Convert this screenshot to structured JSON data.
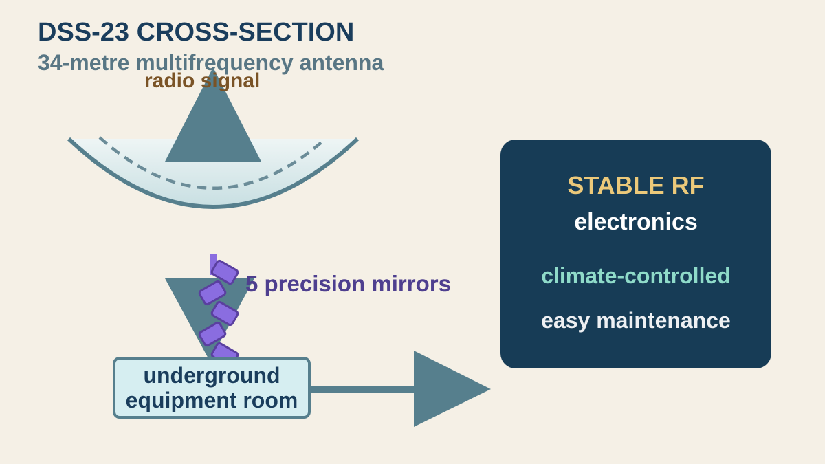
{
  "title": "DSS-23 CROSS-SECTION",
  "subtitle": "34-metre multifrequency antenna",
  "signal_label": "radio signal",
  "mirrors_label": "5 precision mirrors",
  "room": {
    "line1": "underground",
    "line2": "equipment room"
  },
  "panel": {
    "heading": "STABLE RF",
    "subheading": "electronics",
    "line1": "climate-controlled",
    "line2": "easy maintenance"
  },
  "colors": {
    "background": "#f5f0e6",
    "antenna": "#567f8d",
    "mirror": "#8a6de0",
    "panel": "#173c56",
    "accent_gold": "#ecc97a",
    "accent_teal": "#8fdbc9"
  }
}
